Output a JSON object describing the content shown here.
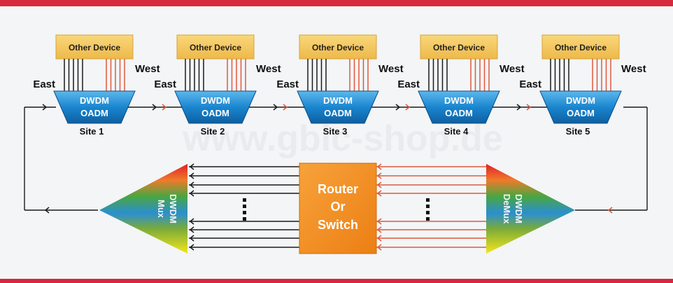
{
  "diagram": {
    "watermark": "www.gbic-shop.de",
    "sites": [
      {
        "device": "Other Device",
        "oadm_line1": "DWDM",
        "oadm_line2": "OADM",
        "site": "Site 1",
        "east": "East",
        "west": "West"
      },
      {
        "device": "Other Device",
        "oadm_line1": "DWDM",
        "oadm_line2": "OADM",
        "site": "Site 2",
        "east": "East",
        "west": "West"
      },
      {
        "device": "Other Device",
        "oadm_line1": "DWDM",
        "oadm_line2": "OADM",
        "site": "Site 3",
        "east": "East",
        "west": "West"
      },
      {
        "device": "Other Device",
        "oadm_line1": "DWDM",
        "oadm_line2": "OADM",
        "site": "Site 4",
        "east": "East",
        "west": "West"
      },
      {
        "device": "Other Device",
        "oadm_line1": "DWDM",
        "oadm_line2": "OADM",
        "site": "Site 5",
        "east": "East",
        "west": "West"
      }
    ],
    "mux": {
      "line1": "DWDM",
      "line2": "Mux"
    },
    "demux": {
      "line1": "DWDM",
      "line2": "DeMux"
    },
    "router": {
      "line1": "Router",
      "line2": "Or",
      "line3": "Switch"
    },
    "colors": {
      "frame_red": "#d7283c",
      "device_fill": "#f5c85c",
      "oadm_fill": "#1a7fc4",
      "router_fill": "#f28c1c",
      "red_line": "#e0593c",
      "black_line": "#1a1a1a"
    }
  }
}
